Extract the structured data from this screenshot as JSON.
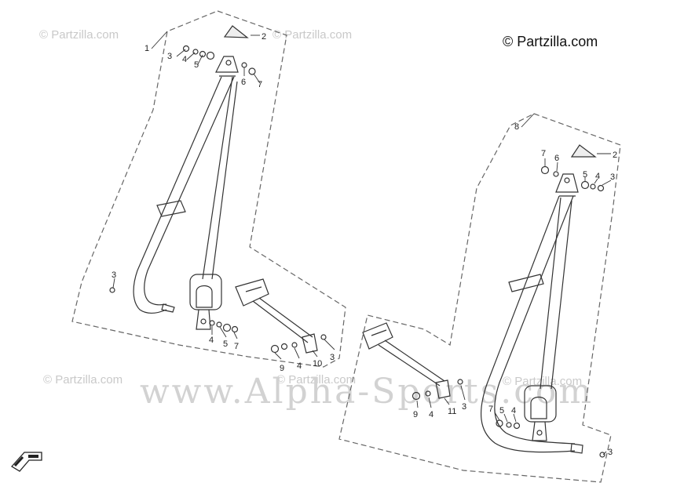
{
  "copyright": "© Partzilla.com",
  "watermarks": {
    "small": "© Partzilla.com",
    "big": "www.Alpha-Sports.com"
  },
  "callouts": [
    {
      "id": "L1",
      "label": "1"
    },
    {
      "id": "L2",
      "label": "2"
    },
    {
      "id": "L3a",
      "label": "3"
    },
    {
      "id": "L4a",
      "label": "4"
    },
    {
      "id": "L5a",
      "label": "5"
    },
    {
      "id": "L6a",
      "label": "6"
    },
    {
      "id": "L7a",
      "label": "7"
    },
    {
      "id": "L3b",
      "label": "3"
    },
    {
      "id": "L4b",
      "label": "4"
    },
    {
      "id": "L5b",
      "label": "5"
    },
    {
      "id": "L7b",
      "label": "7"
    },
    {
      "id": "L9a",
      "label": "9"
    },
    {
      "id": "L4c",
      "label": "4"
    },
    {
      "id": "L10",
      "label": "10"
    },
    {
      "id": "L3c",
      "label": "3"
    },
    {
      "id": "R8",
      "label": "8"
    },
    {
      "id": "R2",
      "label": "2"
    },
    {
      "id": "R7a",
      "label": "7"
    },
    {
      "id": "R6",
      "label": "6"
    },
    {
      "id": "R5a",
      "label": "5"
    },
    {
      "id": "R4a",
      "label": "4"
    },
    {
      "id": "R3a",
      "label": "3"
    },
    {
      "id": "R9",
      "label": "9"
    },
    {
      "id": "R4b",
      "label": "4"
    },
    {
      "id": "R11",
      "label": "11"
    },
    {
      "id": "R3b",
      "label": "3"
    },
    {
      "id": "R7b",
      "label": "7"
    },
    {
      "id": "R5b",
      "label": "5"
    },
    {
      "id": "R4c",
      "label": "4"
    },
    {
      "id": "R3c",
      "label": "3"
    }
  ],
  "colors": {
    "line": "#333333",
    "dash": "#666666",
    "watermark": "#c9c9c9"
  },
  "icons": {
    "direction_arrow": "front-arrow-icon"
  }
}
